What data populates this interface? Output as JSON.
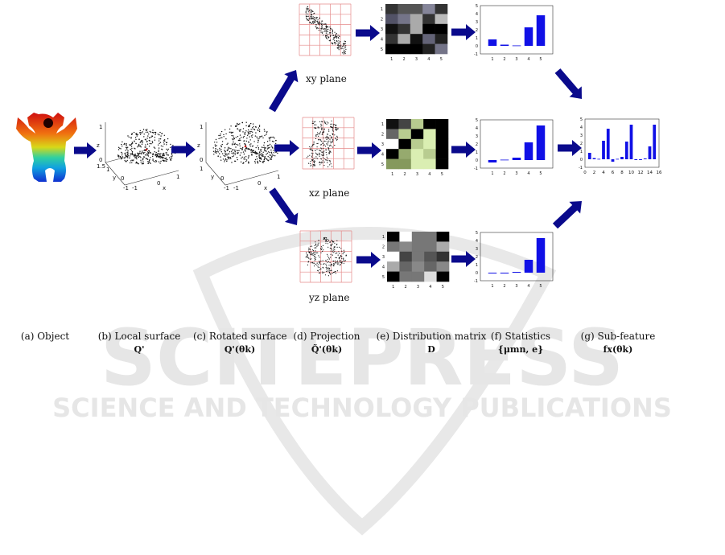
{
  "planes": [
    {
      "label": "xy plane",
      "stat_values": [
        0.8,
        0.15,
        0.05,
        2.3,
        3.8
      ],
      "distribution": [
        [
          3,
          5,
          5,
          9,
          3
        ],
        [
          6,
          8,
          10,
          3,
          11
        ],
        [
          1,
          3,
          10,
          0,
          0
        ],
        [
          3,
          10,
          1,
          7,
          2
        ],
        [
          0,
          0,
          0,
          2,
          8
        ]
      ]
    },
    {
      "label": "xz plane",
      "stat_values": [
        -0.3,
        0.05,
        0.3,
        2.2,
        4.3
      ],
      "distribution": [
        [
          1,
          4,
          12,
          0,
          0
        ],
        [
          6,
          12,
          0,
          14,
          0
        ],
        [
          15,
          0,
          12,
          14,
          0
        ],
        [
          0,
          10,
          14,
          12,
          0
        ],
        [
          9,
          9,
          14,
          14,
          0
        ]
      ]
    },
    {
      "label": "yz plane",
      "stat_values": [
        -0.1,
        -0.1,
        0.1,
        1.6,
        4.3
      ],
      "distribution": [
        [
          0,
          15,
          7,
          7,
          0
        ],
        [
          7,
          8,
          7,
          7,
          10
        ],
        [
          15,
          4,
          7,
          5,
          3
        ],
        [
          10,
          6,
          8,
          6,
          8
        ],
        [
          0,
          7,
          7,
          13,
          0
        ]
      ]
    }
  ],
  "subfeature_values": [
    0.8,
    0.15,
    0.05,
    2.3,
    3.8,
    -0.3,
    0.05,
    0.3,
    2.2,
    4.3,
    -0.1,
    -0.1,
    0.1,
    1.6,
    4.3
  ],
  "subfeature_ticks": [
    "0",
    "2",
    "4",
    "6",
    "8",
    "10",
    "12",
    "14",
    "16"
  ],
  "stat_ticks_y": [
    "-1",
    "0",
    "1",
    "2",
    "3",
    "4",
    "5"
  ],
  "stat_ticks_x": [
    "1",
    "2",
    "3",
    "4",
    "5"
  ],
  "matrix_ticks": [
    "1",
    "2",
    "3",
    "4",
    "5"
  ],
  "subfeature_ticks_y": [
    "-1",
    "0",
    "1",
    "2",
    "3",
    "4",
    "5"
  ],
  "axis_labels": {
    "x": "x",
    "y": "y",
    "z": "z"
  },
  "surface_ticks_b": {
    "z_top": "1",
    "z_mid": "0",
    "y_top": "1.5",
    "y_mid": "1",
    "y_low": "0",
    "y_bot": "-1",
    "x_low": "-1",
    "x_mid": "0",
    "x_top": "1"
  },
  "surface_ticks_c": {
    "z_top": "1",
    "z_mid": "0",
    "y_top": "1",
    "y_low": "0",
    "y_bot": "-1",
    "x_low": "-1",
    "x_mid": "0",
    "x_top": "1"
  },
  "captions": [
    {
      "label": "(a) Object",
      "symbol": ""
    },
    {
      "label": "(b) Local surface",
      "symbol": "Q'"
    },
    {
      "label": "(c) Rotated surface",
      "symbol": "Q'(θk)"
    },
    {
      "label": "(d) Projection",
      "symbol": "Q̃'(θk)"
    },
    {
      "label": "(e) Distribution matrix",
      "symbol": "D"
    },
    {
      "label": "(f) Statistics",
      "symbol": "{μmn, e}"
    },
    {
      "label": "(g) Sub-feature",
      "symbol": "fx(θk)"
    }
  ],
  "watermark": {
    "line1": "SCITEPRESS",
    "line2": "SCIENCE AND TECHNOLOGY PUBLICATIONS"
  },
  "colors": {
    "arrow": "#0a0a8c",
    "bar": "#1010e6",
    "grid": "#e58a8a",
    "watermark": "#e5e5e5"
  }
}
